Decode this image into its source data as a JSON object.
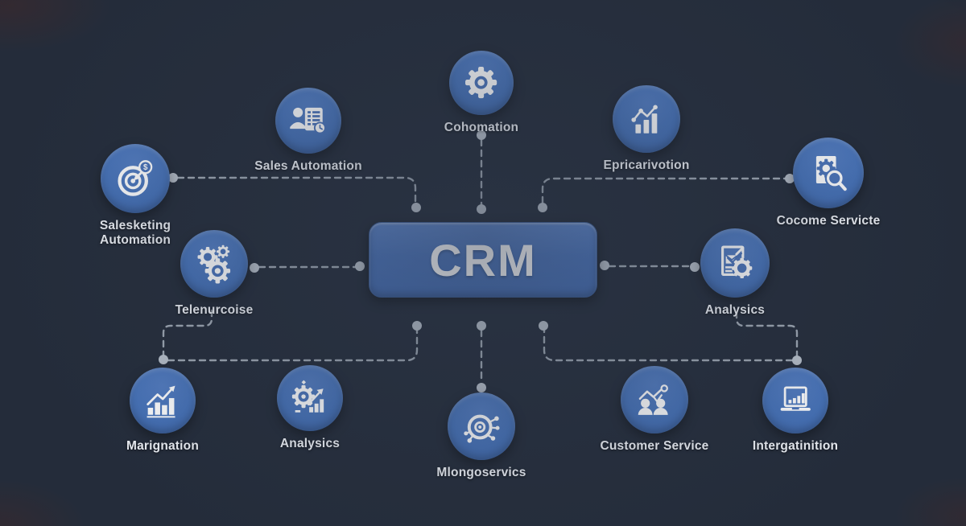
{
  "diagram": {
    "title": "CRM",
    "background_color": "#242c3a",
    "node_color": "#4a73b9",
    "connector_color": "#b0b9c4",
    "nodes": [
      {
        "id": "cohomation",
        "label": "Cohomation",
        "icon": "gear-icon"
      },
      {
        "id": "sales-automation",
        "label": "Sales Automation",
        "icon": "person-document-clock-icon"
      },
      {
        "id": "salesketing-automation",
        "label": "Salesketing Automation",
        "icon": "target-dollar-icon"
      },
      {
        "id": "epricarivotion",
        "label": "Epricarivotion",
        "icon": "bar-chart-trend-icon"
      },
      {
        "id": "cocome-servicte",
        "label": "Cocome Servicte",
        "icon": "document-gear-magnifier-icon"
      },
      {
        "id": "telenurcoise",
        "label": "Telenurcoise",
        "icon": "three-gears-icon"
      },
      {
        "id": "analysics-right",
        "label": "Analysics",
        "icon": "report-check-gear-icon"
      },
      {
        "id": "marignation",
        "label": "Marignation",
        "icon": "growth-bars-arrow-icon"
      },
      {
        "id": "analysics-bottom",
        "label": "Analysics",
        "icon": "gear-growth-arrow-icon"
      },
      {
        "id": "mlongoservics",
        "label": "Mlongoservics",
        "icon": "target-network-icon"
      },
      {
        "id": "customer-service",
        "label": "Customer Service",
        "icon": "people-trend-icon"
      },
      {
        "id": "intergatinition",
        "label": "Intergatinition",
        "icon": "laptop-chart-icon"
      }
    ]
  }
}
